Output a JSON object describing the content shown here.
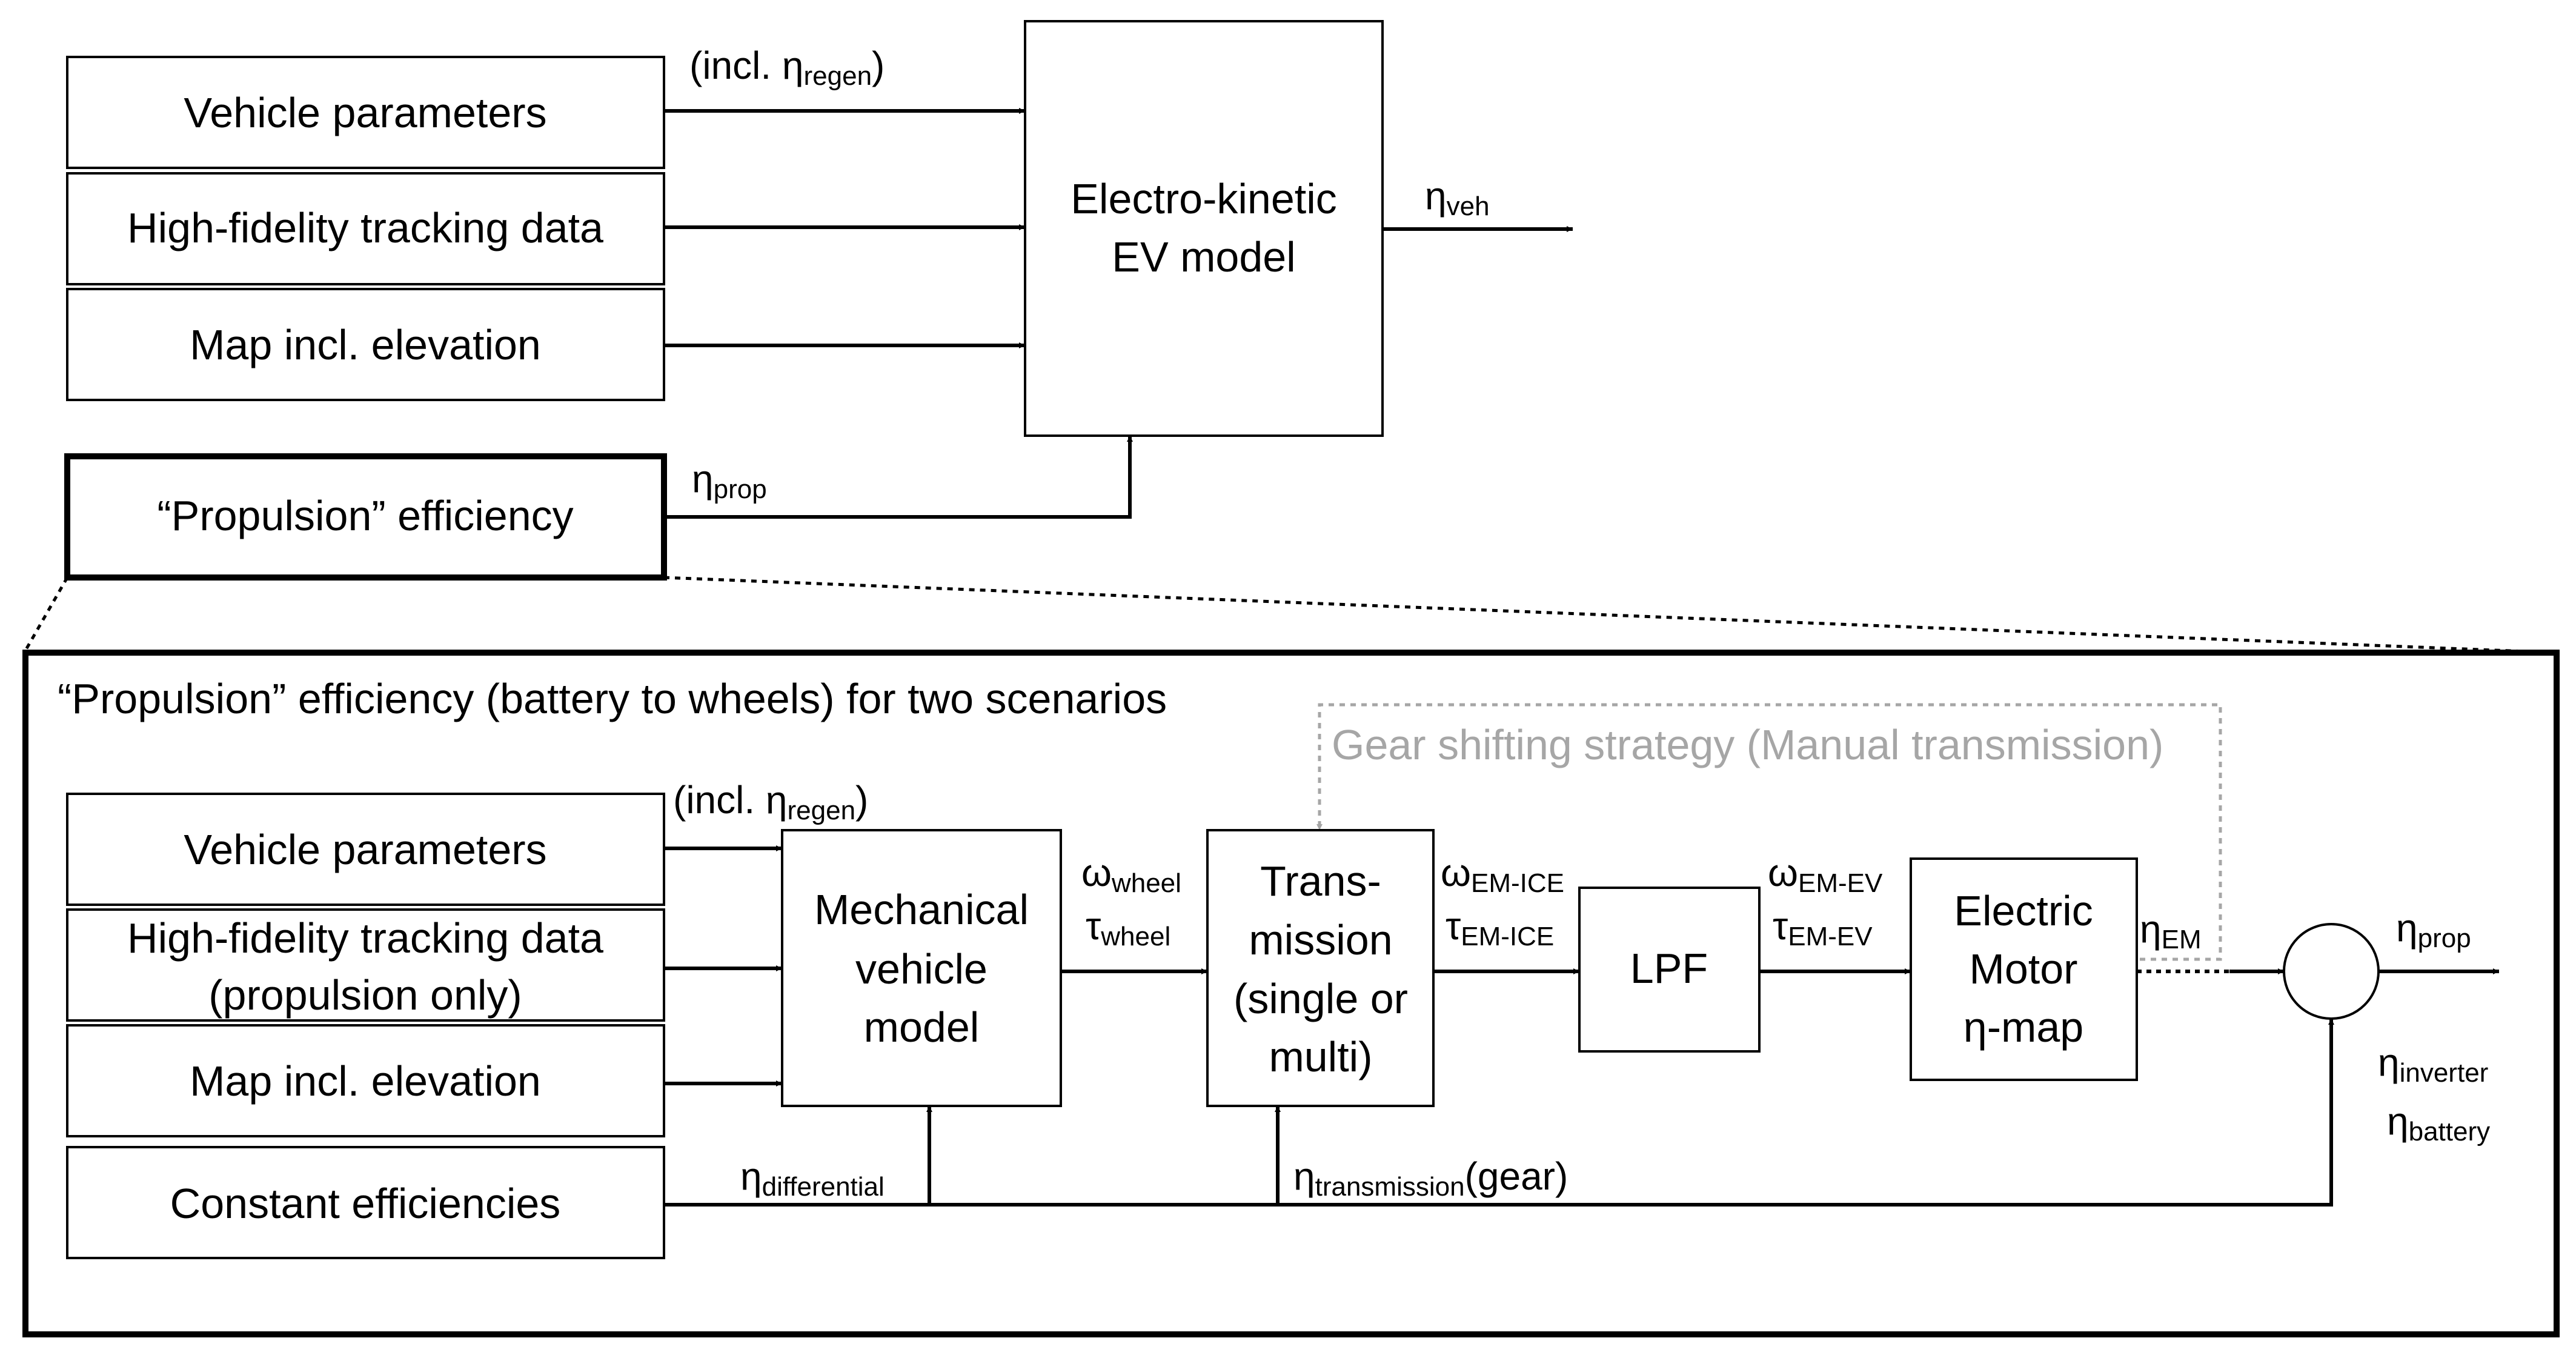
{
  "top": {
    "inputs": {
      "vehicle_parameters": "Vehicle parameters",
      "tracking_data": "High-fidelity tracking data",
      "map": "Map incl.  elevation",
      "propulsion": "“Propulsion” efficiency"
    },
    "regen_label": {
      "prefix": "(incl. η",
      "sub": "regen",
      "suffix": ")"
    },
    "model": {
      "line1": "Electro-kinetic",
      "line2": "EV model"
    },
    "eta_veh": {
      "sym": "η",
      "sub": "veh"
    },
    "eta_prop": {
      "sym": "η",
      "sub": "prop"
    }
  },
  "detail": {
    "title": "“Propulsion” efficiency (battery to wheels) for two scenarios",
    "gear_strategy": "Gear shifting strategy (Manual transmission)",
    "inputs": {
      "vehicle_parameters": "Vehicle parameters",
      "tracking_line1": "High-fidelity tracking data",
      "tracking_line2": "(propulsion only)",
      "map": "Map incl.  elevation",
      "constant": "Constant efficiencies"
    },
    "regen_label": {
      "prefix": "(incl. η",
      "sub": "regen",
      "suffix": ")"
    },
    "mech_model": {
      "line1": "Mechanical",
      "line2": "vehicle",
      "line3": "model"
    },
    "transmission": {
      "line1": "Trans-",
      "line2": "mission",
      "line3": "(single or",
      "line4": "multi)"
    },
    "lpf": "LPF",
    "motor": {
      "line1": "Electric",
      "line2": "Motor",
      "line3": "η-map"
    },
    "omega_wheel": {
      "sym": "ω",
      "sub": "wheel"
    },
    "tau_wheel": {
      "sym": "τ",
      "sub": "wheel"
    },
    "omega_em_ice": {
      "sym": "ω",
      "sub": "EM-ICE"
    },
    "tau_em_ice": {
      "sym": "τ",
      "sub": "EM-ICE"
    },
    "omega_em_ev": {
      "sym": "ω",
      "sub": "EM-EV"
    },
    "tau_em_ev": {
      "sym": "τ",
      "sub": "EM-EV"
    },
    "eta_em": {
      "sym": "η",
      "sub": "EM"
    },
    "eta_prop": {
      "sym": "η",
      "sub": "prop"
    },
    "eta_inverter": {
      "sym": "η",
      "sub": "inverter"
    },
    "eta_battery": {
      "sym": "η",
      "sub": "battery"
    },
    "eta_differential": {
      "sym": "η",
      "sub": "differential"
    },
    "eta_transmission": {
      "sym": "η",
      "sub": "transmission",
      "suffix": "(gear)"
    }
  },
  "colors": {
    "line": "#000000",
    "gray": "#a6a6a6"
  }
}
